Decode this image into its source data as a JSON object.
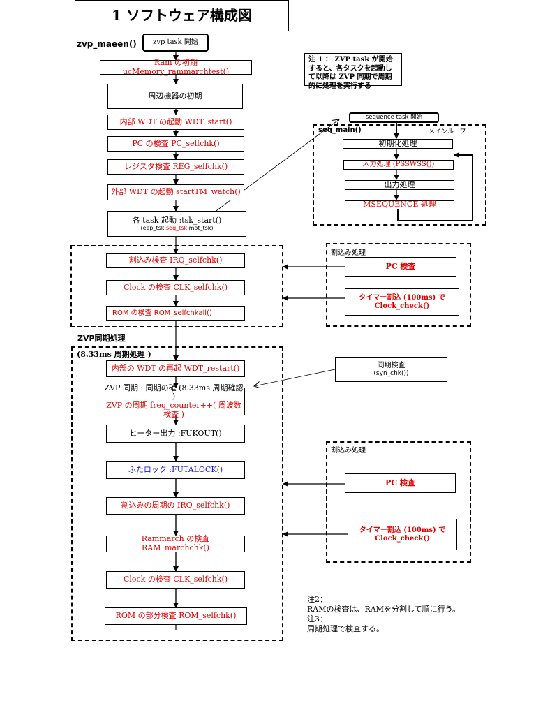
{
  "title": "1  ソフトウェア構成図",
  "left_label": "zvp_maeen()",
  "zvp_start": "zvp task 開始",
  "boxes": {
    "ram_init": "Ram の初期 ucMemory_rammarchtest()",
    "peripheral": "周辺機器の初期",
    "wdt_start": "内部 WDT の起動 WDT_start()",
    "pc_check": "PC の検査 PC_selfchk()",
    "reg_check": "レジスタ検査 REG_selfchk()",
    "ext_wdt": "外部 WDT の起動 startTM_watch()",
    "task_start_1": "各 task 起動 :tsk_start()",
    "task_start_2_a": "(eep_tsk,",
    "task_start_2_b": "seq_tsk",
    "task_start_2_c": ",mot_tsk)",
    "irq_check1": "割込み検査 IRQ_selfchk()",
    "clk_check1": "Clock の検査 CLK_selfchk()",
    "rom_check1": "ROM の検査 ROM_selfchkall()",
    "wdt_restart": "内部の WDT の再起 WDT_restart()",
    "zvp_sync_1": "ZVP 同期 : 同期の確 (8.33ms 周期確認 )",
    "zvp_sync_2": "ZVP の周期 freq_counter++( 周波数検査 )",
    "fukout": "ヒーター出力 :FUKOUT()",
    "futalock": "ふたロック :FUTALOCK()",
    "irq_check2": "割込みの周期の IRQ_selfchk()",
    "ram_march": "Rammarch の検査 RAM_marchchk()",
    "clk_check2": "Clock の検査 CLK_selfchk()",
    "rom_check2": "ROM の部分検査 ROM_selfchk()"
  },
  "note1": "注 1 ： ZVP task が開始すると、各タスクを起動して以降は ZVP 同期で周期的に処理を実行する",
  "seq": {
    "start": "sequence task 開始",
    "label": "seq_main()",
    "loop_label": "メインループ",
    "b1": "初期化処理",
    "b2": "入力処理 (PSSWSS())",
    "b3": "出力処理",
    "b4": "MSEQUENCE 処理"
  },
  "interrupt_label_1": "割込み処理",
  "interrupt_label_2": "割込み処理",
  "pc_int": "PC 検査",
  "timer_int_1": "タイマー割込 (100ms) で",
  "timer_int_2": "Clock_check()",
  "zvp_section_1": "ZVP同期処理",
  "zvp_section_2": "(8.33ms 周期処理 )",
  "sync_box_1": "同期検査",
  "sync_box_2": "(syn_chk())",
  "notes_bottom": [
    "注2：",
    "RAMの検査は、RAMを分割して順に行う。",
    "注3：",
    "周期処理で検査する。"
  ]
}
